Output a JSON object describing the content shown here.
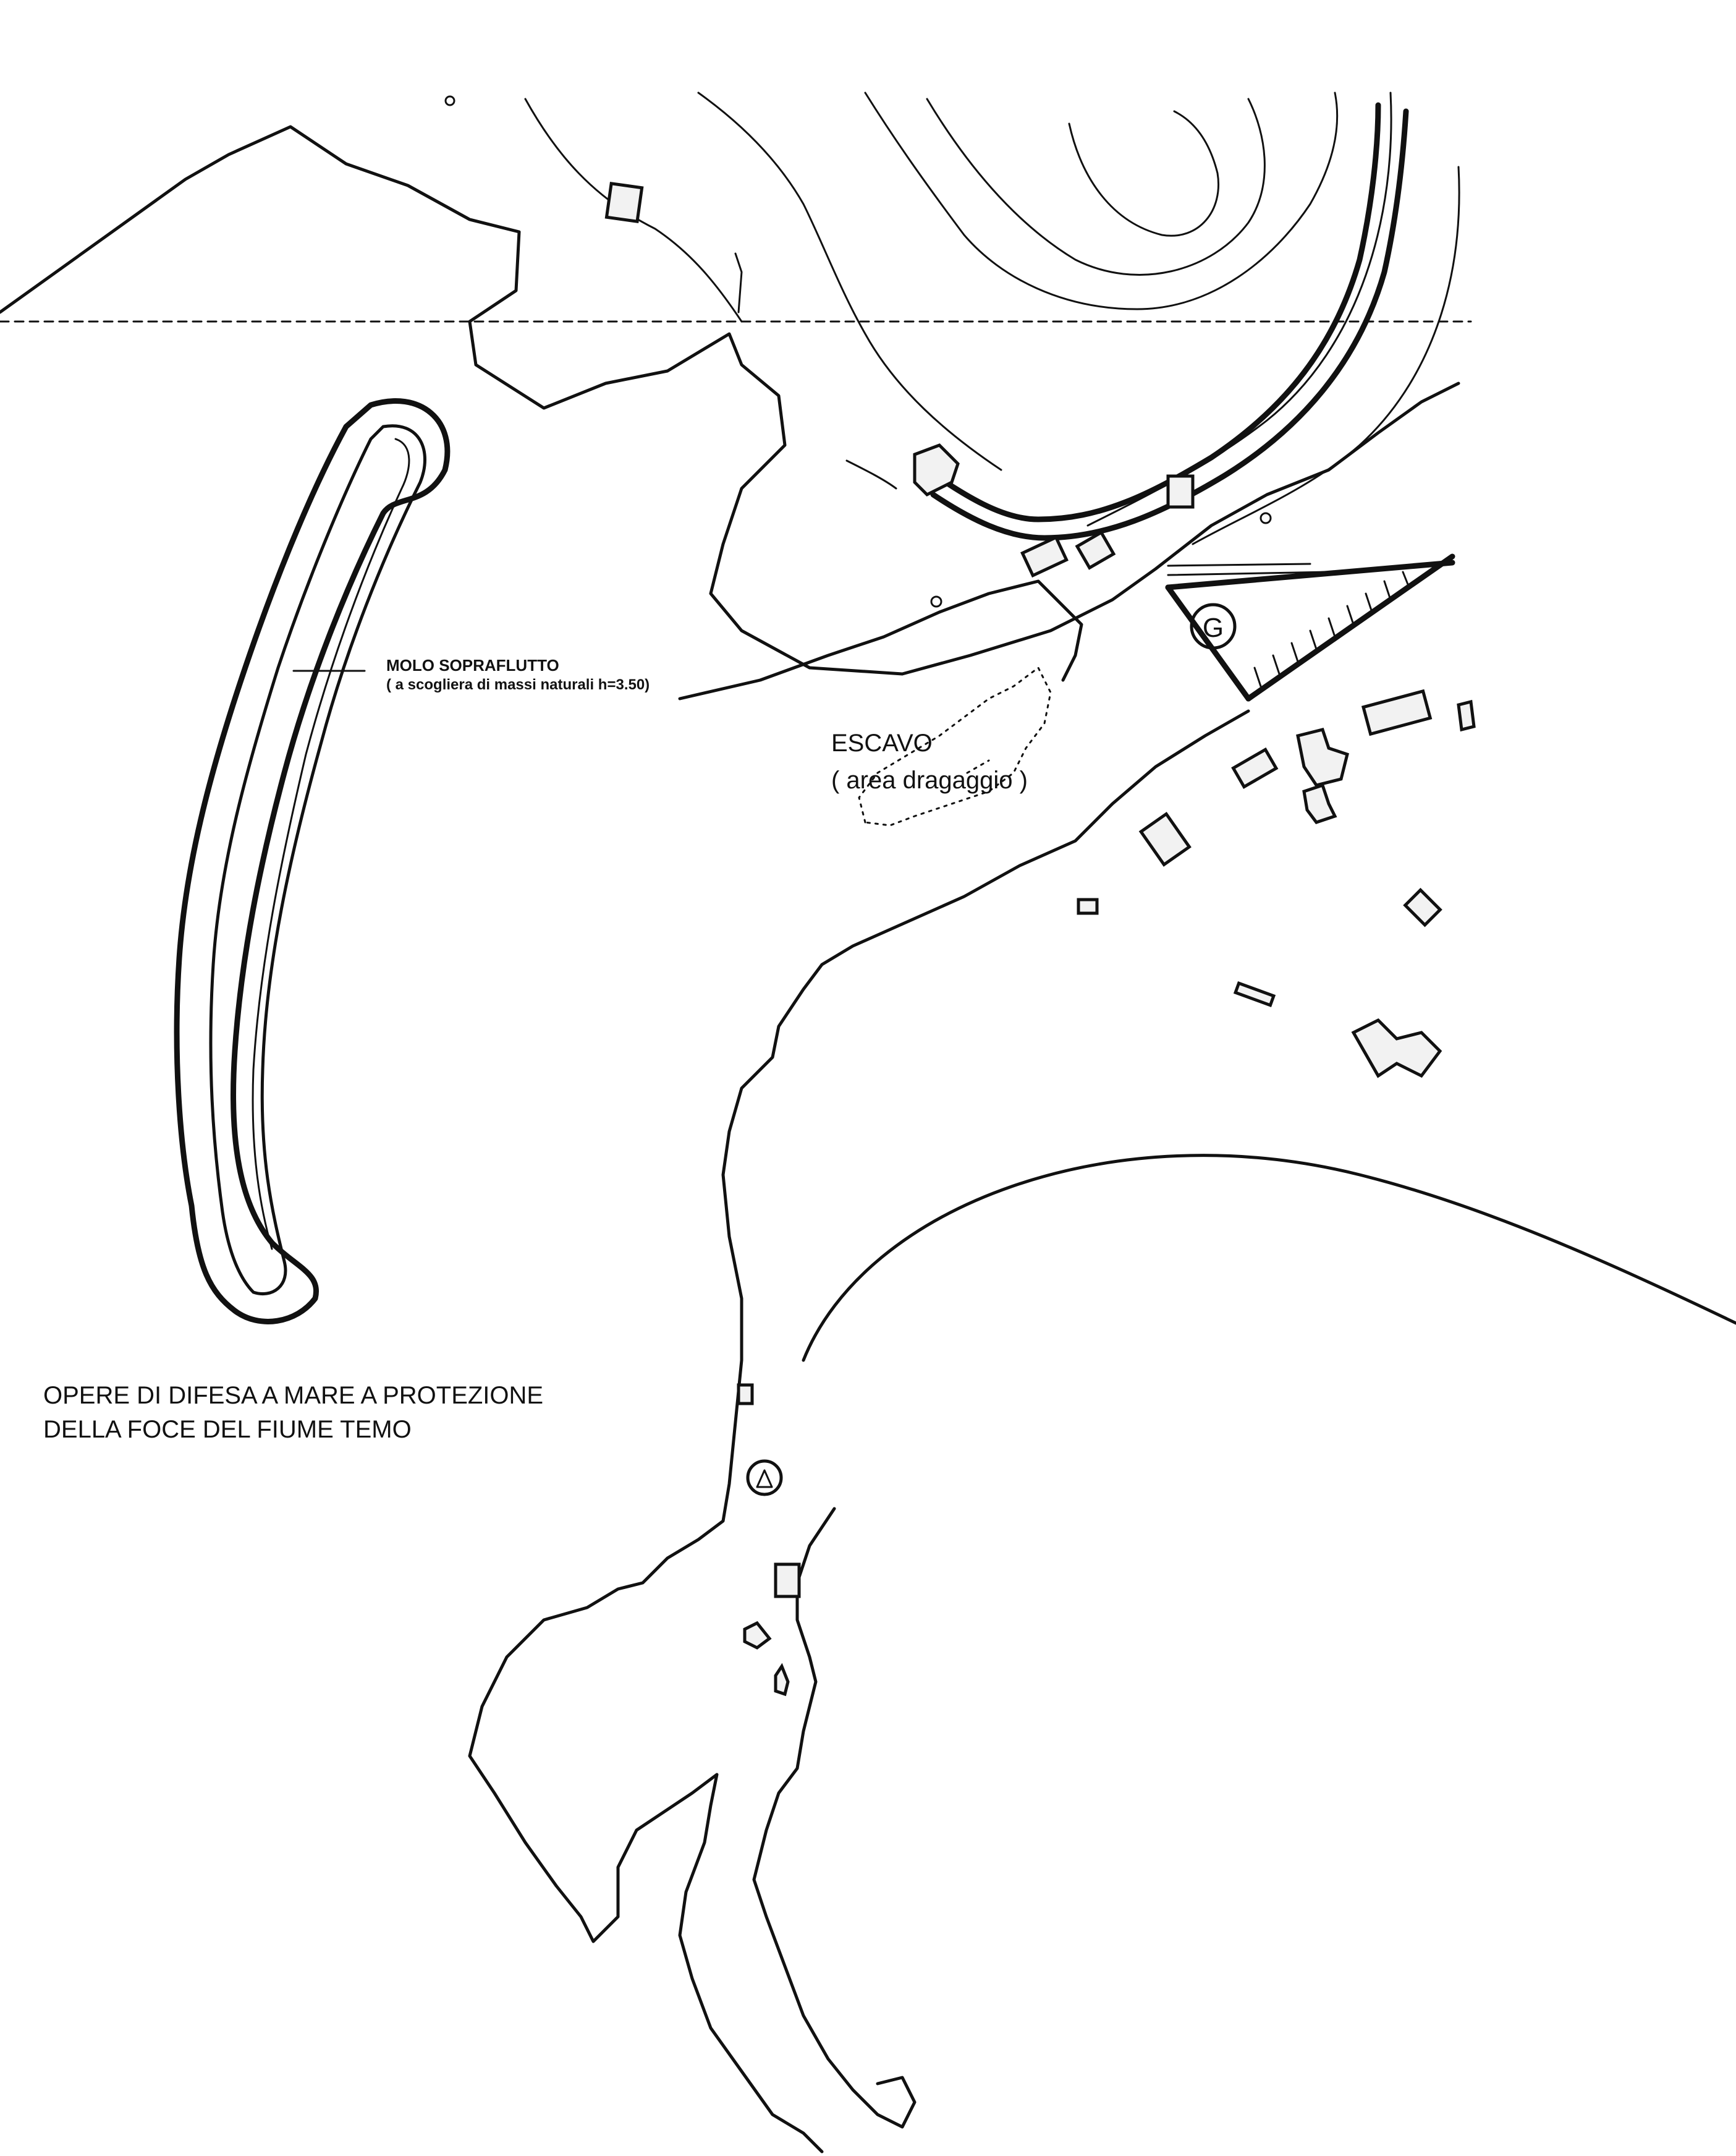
{
  "labels": {
    "breakwater_title": "MOLO SOPRAFLUTTO",
    "breakwater_detail": "( a scogliera di massi naturali h=3.50)",
    "dredging_title": "ESCAVO",
    "dredging_detail": "( area dragaggio )",
    "caption_line1": "OPERE DI DIFESA A MARE A PROTEZIONE",
    "caption_line2": "DELLA FOCE DEL FIUME TEMO",
    "marker_letter": "G"
  },
  "colors": {
    "ink": "#111111",
    "paper": "#ffffff"
  }
}
